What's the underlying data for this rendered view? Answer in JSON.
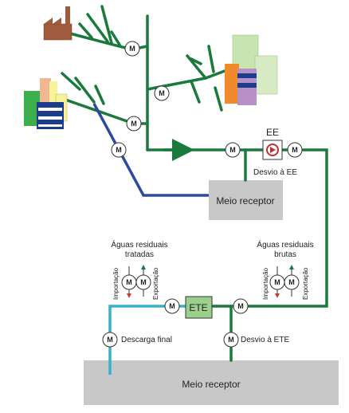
{
  "labels": {
    "ee_station": "EE",
    "desvio_ee": "Desvio à EE",
    "meio_receptor_top": "Meio receptor",
    "meio_receptor_bottom": "Meio receptor",
    "aguas_tratadas_line1": "Águas residuais",
    "aguas_tratadas_line2": "tratadas",
    "aguas_brutas_line1": "Águas residuais",
    "aguas_brutas_line2": "brutas",
    "importacao": "Importação",
    "exportacao": "Exportação",
    "ete": "ETE",
    "descarga_final": "Descarga final",
    "desvio_ete": "Desvio à ETE"
  },
  "meter_symbol": "M",
  "colors": {
    "green_pipe": "#1a7a3c",
    "blue_pipe": "#2c4aa0",
    "cyan_pipe": "#3ab0c8",
    "receptor_fill": "#c8c8c8",
    "ete_fill": "#9ccf8c",
    "factory": "#a05a3c"
  }
}
